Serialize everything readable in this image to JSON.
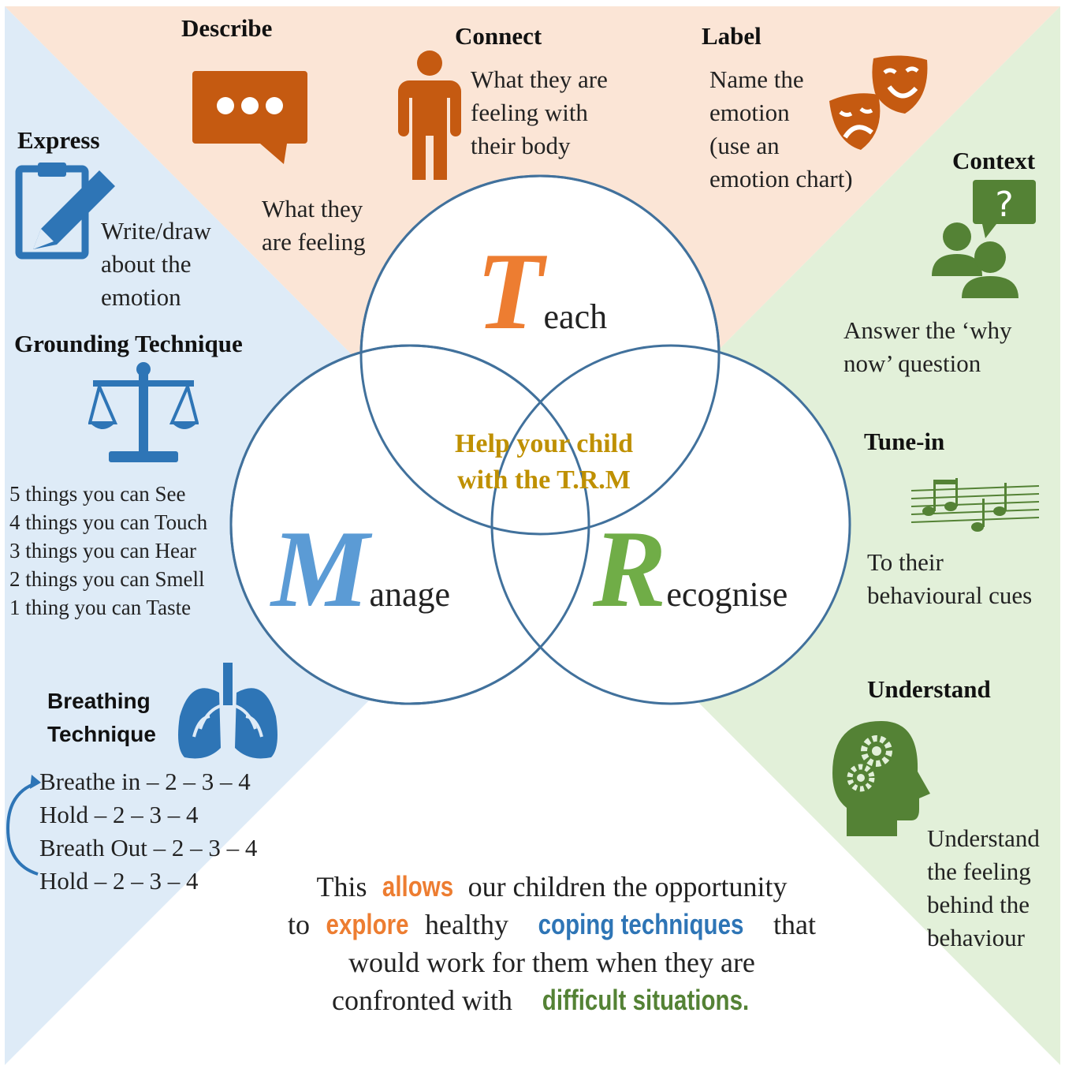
{
  "colors": {
    "orange": "#C55A11",
    "orange_bright": "#ED7D31",
    "blue": "#2E75B6",
    "blue_light": "#5B9BD5",
    "green": "#548235",
    "green_bright": "#70AD47",
    "gold": "#BF9000",
    "bg_top": "#FBE5D6",
    "bg_left": "#DEEBF7",
    "bg_right": "#E2F0D9",
    "circle_stroke": "#41719C"
  },
  "teach": {
    "letter": "T",
    "rest": "each",
    "describe": {
      "heading": "Describe",
      "text": [
        "What they",
        "are feeling"
      ],
      "icon": "speech-bubble-icon"
    },
    "connect": {
      "heading": "Connect",
      "text": [
        "What they are",
        "feeling with",
        "their body"
      ],
      "icon": "person-icon"
    },
    "label": {
      "heading": "Label",
      "text": [
        "Name the",
        "emotion",
        "(use an",
        "emotion chart)"
      ],
      "icon": "theatre-masks-icon"
    }
  },
  "manage": {
    "letter": "M",
    "rest": "anage",
    "express": {
      "heading": "Express",
      "text": [
        "Write/draw",
        "about the",
        "emotion"
      ],
      "icon": "clipboard-pencil-icon"
    },
    "grounding": {
      "heading": "Grounding Technique",
      "icon": "balance-scale-icon",
      "items": [
        "5 things you can See",
        "4 things you can Touch",
        "3 things you can Hear",
        "2 things you can Smell",
        "1 thing you can Taste"
      ]
    },
    "breathing": {
      "heading": [
        "Breathing",
        "Technique"
      ],
      "icon": "lungs-icon",
      "steps": [
        "Breathe in – 2 – 3 – 4",
        "Hold – 2 – 3 – 4",
        "Breath Out – 2 – 3 – 4",
        "Hold – 2 – 3 – 4"
      ]
    }
  },
  "recognise": {
    "letter": "R",
    "rest": "ecognise",
    "context": {
      "heading": "Context",
      "text": [
        "Answer the ‘why",
        "now’ question"
      ],
      "icon": "people-question-icon"
    },
    "tunein": {
      "heading": "Tune-in",
      "text": [
        "To their",
        "behavioural cues"
      ],
      "icon": "music-notes-icon"
    },
    "understand": {
      "heading": "Understand",
      "text": [
        "Understand",
        "the feeling",
        "behind the",
        "behaviour"
      ],
      "icon": "head-gears-icon"
    }
  },
  "center": {
    "line1": "Help your child",
    "line2": "with the T.R.M"
  },
  "bottom": {
    "p1": "This ",
    "w1": "allows",
    "p2": " our children the opportunity",
    "p3": "to ",
    "w2": "explore",
    "p4": " healthy ",
    "w3": "coping techniques",
    "p5": " that",
    "p6": "would work for them when they are",
    "p7": "confronted with ",
    "w4": "difficult situations."
  }
}
